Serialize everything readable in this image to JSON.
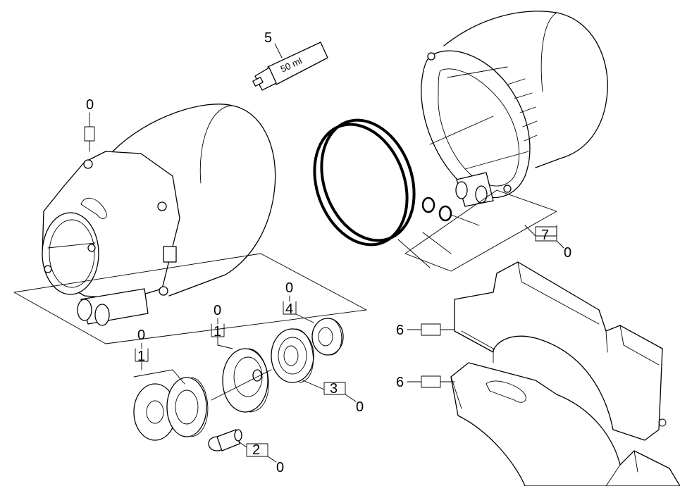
{
  "callouts": {
    "housing_left": "0",
    "tube_number": "5",
    "tube_label": "50 ml",
    "kit7": "7",
    "kit7_sub": "0",
    "kit4_top": "0",
    "kit4": "4",
    "kit1b_top": "0",
    "kit1b": "1",
    "kit1a_top": "0",
    "kit1a": "1",
    "kit3": "3",
    "kit3_sub": "0",
    "kit2": "2",
    "kit2_sub": "0",
    "clamp_top": "6",
    "clamp_bottom": "6"
  }
}
